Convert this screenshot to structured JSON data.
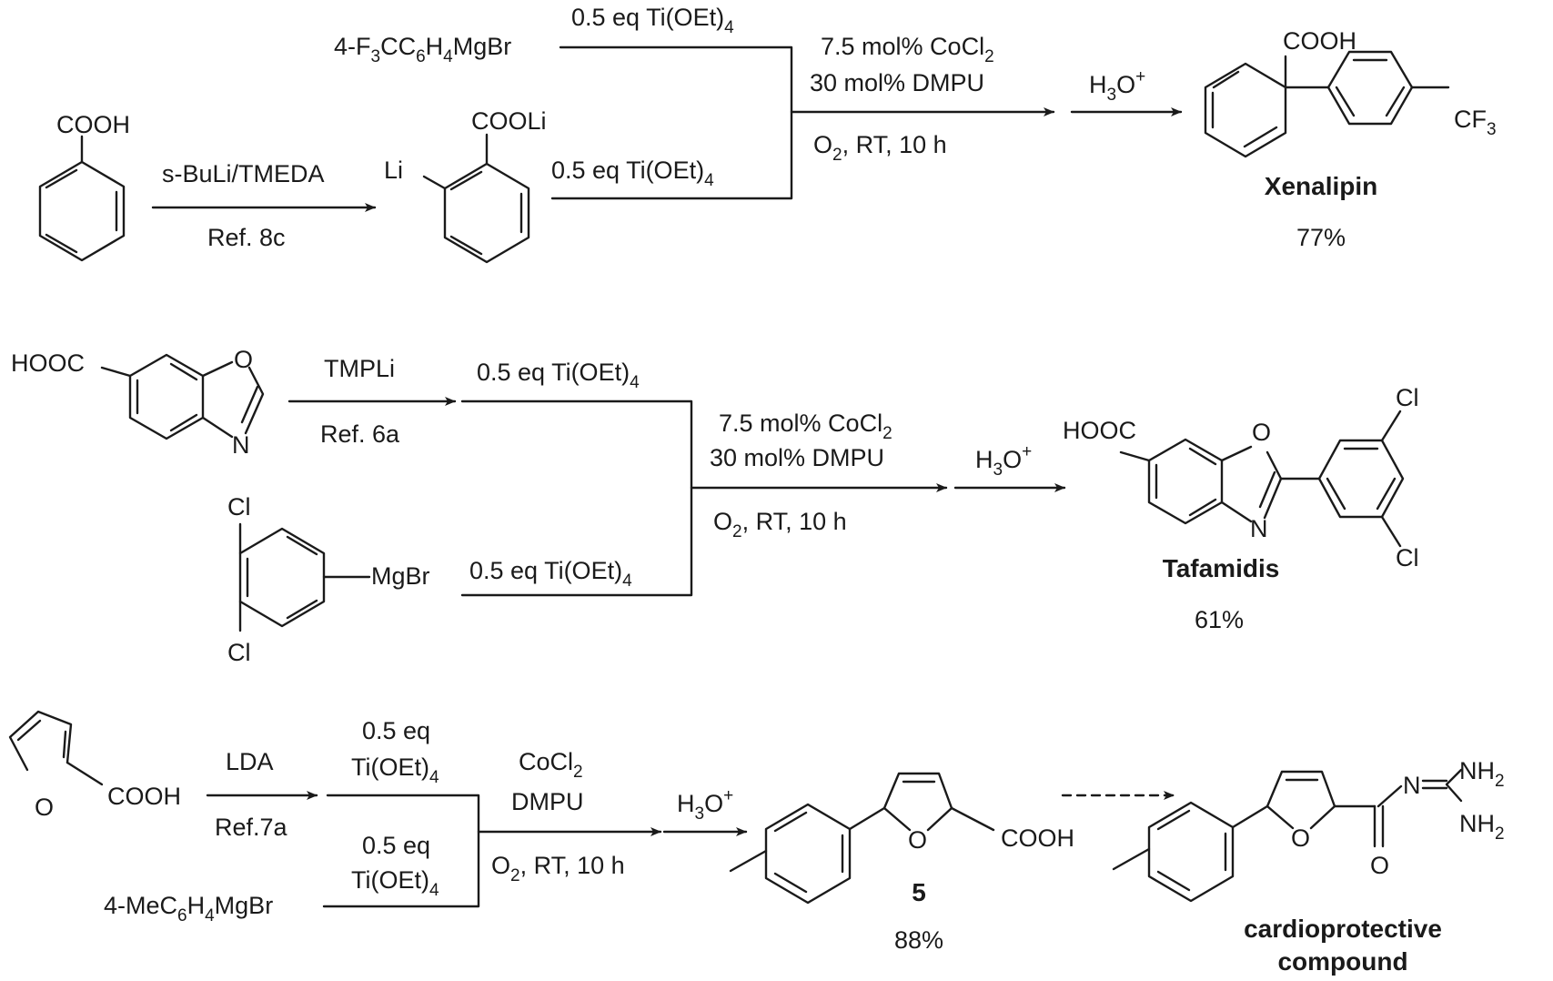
{
  "scheme1": {
    "start_group": "COOH",
    "step1_reagent": "s-BuLi/TMEDA",
    "step1_ref": "Ref. 8c",
    "intermediate_group": "COOLi",
    "intermediate_li": "Li",
    "grignard_prefix": "4-F",
    "grignard_sub3": "3",
    "grignard_mid": "CC",
    "grignard_sub6": "6",
    "grignard_h": "H",
    "grignard_sub4": "4",
    "grignard_suffix": "MgBr",
    "ti_upper": "0.5 eq Ti(OEt)",
    "ti_upper_sub": "4",
    "ti_lower": "0.5 eq Ti(OEt)",
    "ti_lower_sub": "4",
    "cond1_main": "7.5 mol% CoCl",
    "cond1_sub": "2",
    "cond2": "30 mol% DMPU",
    "cond3_o": "O",
    "cond3_sub": "2",
    "cond3_rest": ", RT, 10 h",
    "quench_h": "H",
    "quench_sub": "3",
    "quench_o": "O",
    "quench_sup": "+",
    "product_cooh": "COOH",
    "product_cf": "CF",
    "product_cf_sub": "3",
    "product_name": "Xenalipin",
    "product_yield": "77%"
  },
  "scheme2": {
    "start_hooc": "HOOC",
    "start_o": "O",
    "start_n": "N",
    "step1_reagent": "TMPLi",
    "step1_ref": "Ref. 6a",
    "ti_upper": "0.5 eq Ti(OEt)",
    "ti_upper_sub": "4",
    "aryl_cl_top": "Cl",
    "aryl_cl_bottom": "Cl",
    "aryl_mgbr": "MgBr",
    "ti_lower": "0.5 eq  Ti(OEt)",
    "ti_lower_sub": "4",
    "cond1_main": "7.5 mol% CoCl",
    "cond1_sub": "2",
    "cond2": "30 mol% DMPU",
    "cond3_o": "O",
    "cond3_sub": "2",
    "cond3_rest": ", RT, 10 h",
    "quench_h": "H",
    "quench_sub": "3",
    "quench_o": "O",
    "quench_sup": "+",
    "product_hooc": "HOOC",
    "product_o": "O",
    "product_n": "N",
    "product_cl_top": "Cl",
    "product_cl_bottom": "Cl",
    "product_name": "Tafamidis",
    "product_yield": "61%"
  },
  "scheme3": {
    "start_o": "O",
    "start_cooh": "COOH",
    "step1_reagent": "LDA",
    "step1_ref": "Ref.7a",
    "ti_upper_line1": "0.5 eq",
    "ti_upper_line2": "Ti(OEt)",
    "ti_upper_sub": "4",
    "ti_lower_line1": "0.5 eq",
    "ti_lower_line2": "Ti(OEt)",
    "ti_lower_sub": "4",
    "grignard_prefix": "4-MeC",
    "grignard_sub6": "6",
    "grignard_h": "H",
    "grignard_sub4": "4",
    "grignard_suffix": "MgBr",
    "cond1_main": "CoCl",
    "cond1_sub": "2",
    "cond2": "DMPU",
    "cond3_o": "O",
    "cond3_sub": "2",
    "cond3_rest": ", RT, 10 h",
    "quench_h": "H",
    "quench_sub": "3",
    "quench_o": "O",
    "quench_sup": "+",
    "product_o": "O",
    "product_cooh": "COOH",
    "product_number": "5",
    "product_yield": "88%",
    "final_o_ring": "O",
    "final_o_carbonyl": "O",
    "final_n": "N",
    "final_nh2_top": "NH",
    "final_nh2_top_sub": "2",
    "final_nh2_bottom": "NH",
    "final_nh2_bottom_sub": "2",
    "final_name_line1": "cardioprotective",
    "final_name_line2": "compound"
  }
}
